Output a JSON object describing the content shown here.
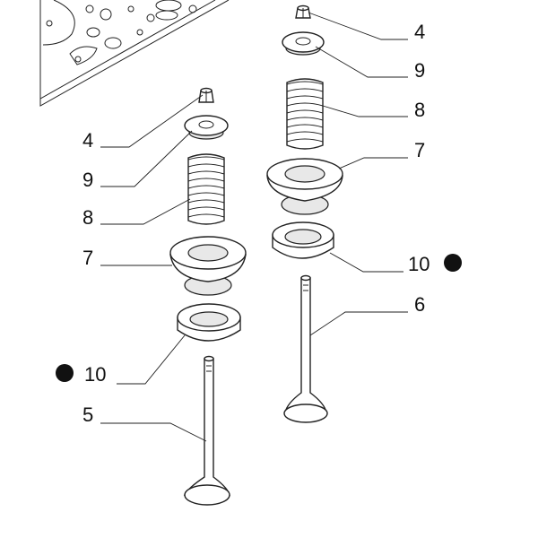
{
  "diagram": {
    "callouts": [
      {
        "id": "r4",
        "label": "4"
      },
      {
        "id": "r9",
        "label": "9"
      },
      {
        "id": "r8",
        "label": "8"
      },
      {
        "id": "r7",
        "label": "7"
      },
      {
        "id": "r10",
        "label": "10"
      },
      {
        "id": "r6",
        "label": "6"
      },
      {
        "id": "l4",
        "label": "4"
      },
      {
        "id": "l9",
        "label": "9"
      },
      {
        "id": "l8",
        "label": "8"
      },
      {
        "id": "l7",
        "label": "7"
      },
      {
        "id": "l10",
        "label": "10"
      },
      {
        "id": "l5",
        "label": "5"
      }
    ],
    "colors": {
      "line": "#222222",
      "dot": "#111111",
      "background": "#ffffff"
    }
  }
}
